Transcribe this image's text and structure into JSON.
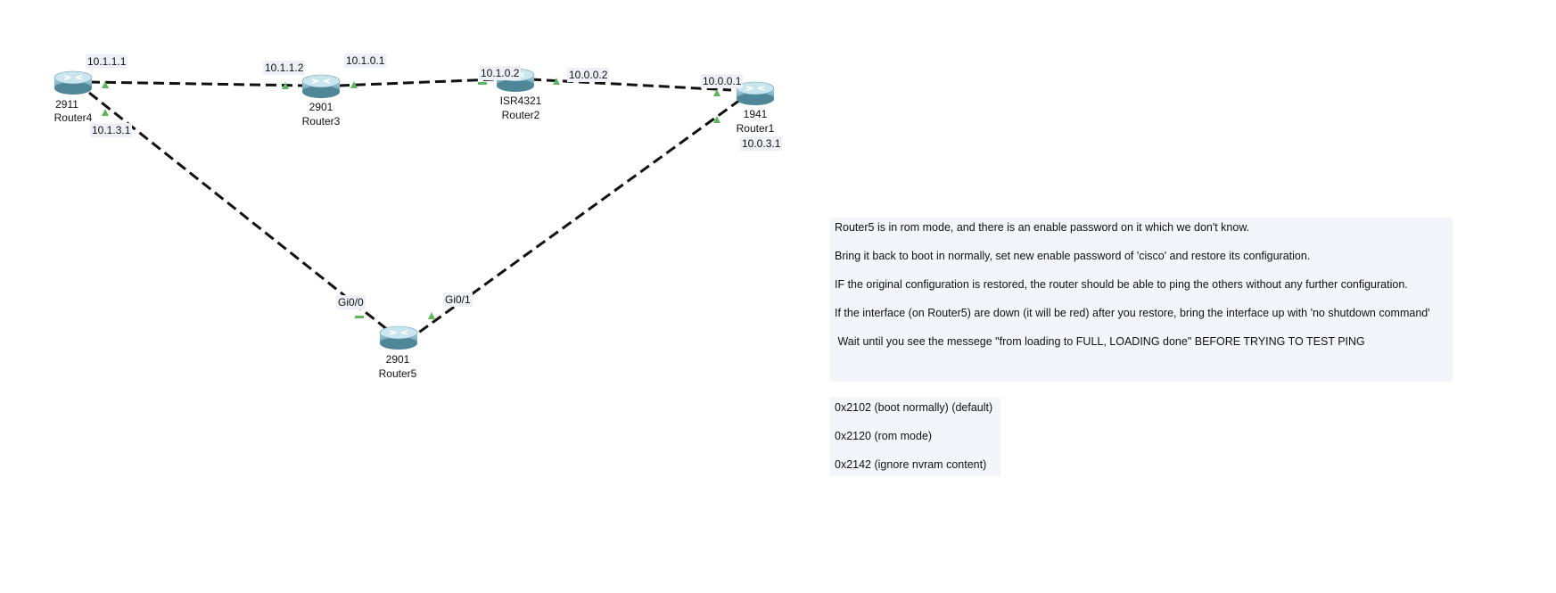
{
  "devices": [
    {
      "id": "router4",
      "model": "2911",
      "name": "Router4"
    },
    {
      "id": "router3",
      "model": "2901",
      "name": "Router3"
    },
    {
      "id": "router2",
      "model": "ISR4321",
      "name": "Router2"
    },
    {
      "id": "router1",
      "model": "1941",
      "name": "Router1"
    },
    {
      "id": "router5",
      "model": "2901",
      "name": "Router5"
    }
  ],
  "interface_labels": {
    "r4_to_r3": "10.1.1.1",
    "r3_to_r4": "10.1.1.2",
    "r3_to_r2": "10.1.0.1",
    "r2_to_r3": "10.1.0.2",
    "r2_to_r1": "10.0.0.2",
    "r1_to_r2": "10.0.0.1",
    "r4_to_r5": "10.1.3.1",
    "r1_extra": "10.0.3.1",
    "r5_gi00": "Gi0/0",
    "r5_gi01": "Gi0/1"
  },
  "link_colors": {
    "link": "#111111",
    "port_up": "#5cb85c"
  },
  "notes": [
    "Router5 is in rom mode, and there is an enable password on it which we don't know.",
    "Bring it back to boot in normally, set new enable password of 'cisco' and restore its configuration.",
    "IF the original configuration is restored, the router should be able to ping the others without any further configuration.",
    "If the interface (on Router5) are down (it will be red) after you restore, bring the interface up with 'no shutdown command'",
    " Wait until you see the messege \"from loading to FULL, LOADING done\" BEFORE TRYING TO TEST PING"
  ],
  "config_registers": [
    "0x2102 (boot normally) (default)",
    "0x2120 (rom mode)",
    "0x2142 (ignore nvram content)"
  ]
}
